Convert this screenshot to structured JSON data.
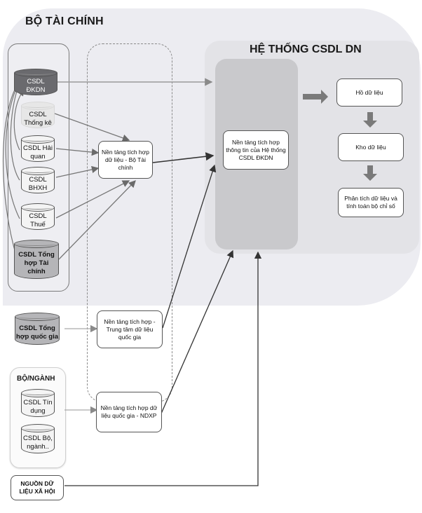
{
  "diagram": {
    "ministry_panel": {
      "title": "BỘ TÀI CHÍNH"
    },
    "enterprise_system": {
      "title": "HỆ THỐNG CSDL DN",
      "integration_platform": "Nền tảng tích hợp thông tin của Hệ thống CSDL ĐKDN",
      "pipeline": [
        {
          "id": "data_lake",
          "label": "Hồ dữ liệu"
        },
        {
          "id": "data_warehouse",
          "label": "Kho dữ liệu"
        },
        {
          "id": "analytics",
          "label": "Phân tích dữ liệu và tính toán bộ chỉ số"
        }
      ]
    },
    "ministry_databases": [
      {
        "id": "dkdn",
        "line1": "CSDL",
        "line2": "ĐKDN",
        "style": "dark"
      },
      {
        "id": "thongke",
        "line1": "CSDL",
        "line2": "Thống kê",
        "style": "faint"
      },
      {
        "id": "haiquan",
        "line1": "CSDL Hải",
        "line2": "quan",
        "style": "light"
      },
      {
        "id": "bhxh",
        "line1": "CSDL",
        "line2": "BHXH",
        "style": "light"
      },
      {
        "id": "thue",
        "line1": "CSDL",
        "line2": "Thuế",
        "style": "light"
      },
      {
        "id": "tonghop_tc",
        "line1": "CSDL Tổng",
        "line2": "hợp Tài",
        "line3": "chính",
        "style": "mid"
      }
    ],
    "integration_platforms": [
      {
        "id": "btc",
        "label": "Nền tảng tích hợp dữ liệu - Bộ Tài chính"
      },
      {
        "id": "ttdlqg",
        "label": "Nền tảng tích hợp - Trung tâm dữ liệu quốc gia"
      },
      {
        "id": "ndxp",
        "label": "Nền tảng tích hợp dữ liệu quốc gia - NDXP"
      }
    ],
    "national_database": {
      "line1": "CSDL Tổng",
      "line2": "hợp quốc gia"
    },
    "sector_group": {
      "title": "BỘ/NGÀNH",
      "databases": [
        {
          "id": "tindung",
          "line1": "CSDL Tín",
          "line2": "dụng"
        },
        {
          "id": "bonganh",
          "line1": "CSDL Bộ,",
          "line2": "ngành.."
        }
      ]
    },
    "social_source": {
      "line1": "NGUỒN DỮ",
      "line2": "LIỆU XÃ HỘI"
    },
    "colors": {
      "panel": "#ececf1",
      "system_panel": "#e3e3e7",
      "system_column": "#c9c9cc",
      "arrow_light": "#8a8a8a",
      "arrow_dark": "#333333",
      "block_arrow": "#7a7a7a"
    }
  }
}
